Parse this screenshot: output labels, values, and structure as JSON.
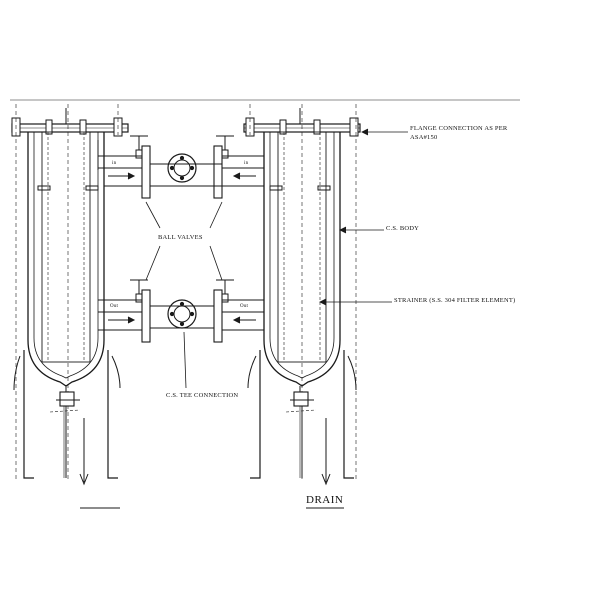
{
  "labels": {
    "flange_line1": "FLANGE CONNECTION AS PER",
    "flange_line2": "ASA#150",
    "body": "C.S. BODY",
    "ball_valves": "BALL VALVES",
    "strainer": "STRAINER (S.S. 304 FILTER ELEMENT)",
    "tee": "C.S. TEE CONNECTION",
    "drain": "DRAIN",
    "flow_left_top": "in",
    "flow_right_top": "in",
    "flow_left_bottom": "Out",
    "flow_right_bottom": "Out"
  },
  "colors": {
    "line": "#1a1a1a",
    "background": "#ffffff"
  }
}
